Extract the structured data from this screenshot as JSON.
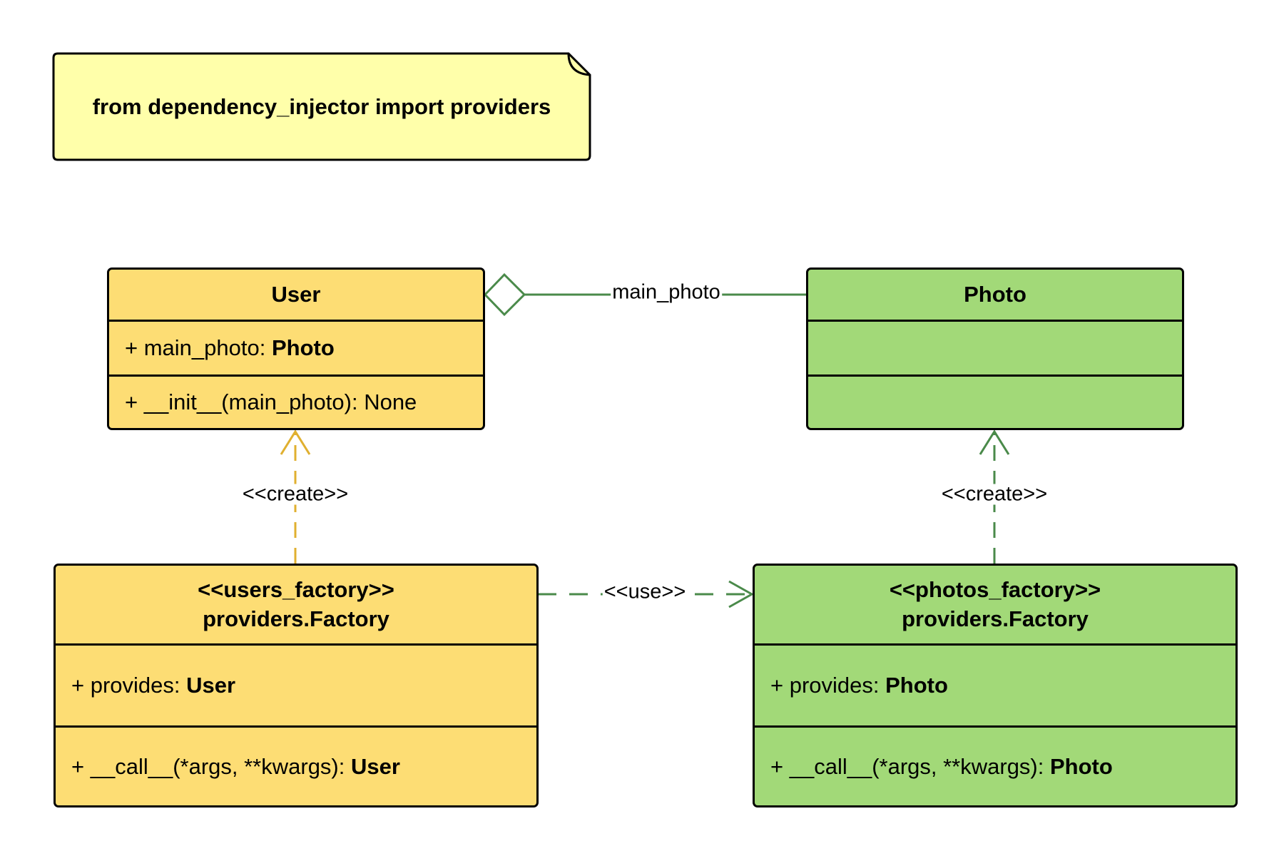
{
  "note": {
    "text": "from dependency_injector import providers"
  },
  "classes": {
    "user": {
      "title": "User",
      "attribute": {
        "prefix": "+ main_photo: ",
        "type": "Photo"
      },
      "method": {
        "text": "+ __init__(main_photo): None"
      }
    },
    "photo": {
      "title": "Photo"
    },
    "users_factory": {
      "stereotype": "<<users_factory>>",
      "title": "providers.Factory",
      "attribute": {
        "prefix": "+ provides: ",
        "type": "User"
      },
      "method": {
        "prefix": "+ __call__(*args, **kwargs): ",
        "type": "User"
      }
    },
    "photos_factory": {
      "stereotype": "<<photos_factory>>",
      "title": "providers.Factory",
      "attribute": {
        "prefix": "+ provides: ",
        "type": "Photo"
      },
      "method": {
        "prefix": "+ __call__(*args, **kwargs): ",
        "type": "Photo"
      }
    }
  },
  "relations": {
    "aggregation": {
      "label": "main_photo"
    },
    "user_create": {
      "label": "<<create>>"
    },
    "photo_create": {
      "label": "<<create>>"
    },
    "use": {
      "label": "<<use>>"
    }
  },
  "colors": {
    "yellow_fill": "#fddd74",
    "green_fill": "#a2d978",
    "note_fill": "#ffffaa",
    "yellow_line": "#e0b030",
    "green_line": "#4a8a4a"
  }
}
